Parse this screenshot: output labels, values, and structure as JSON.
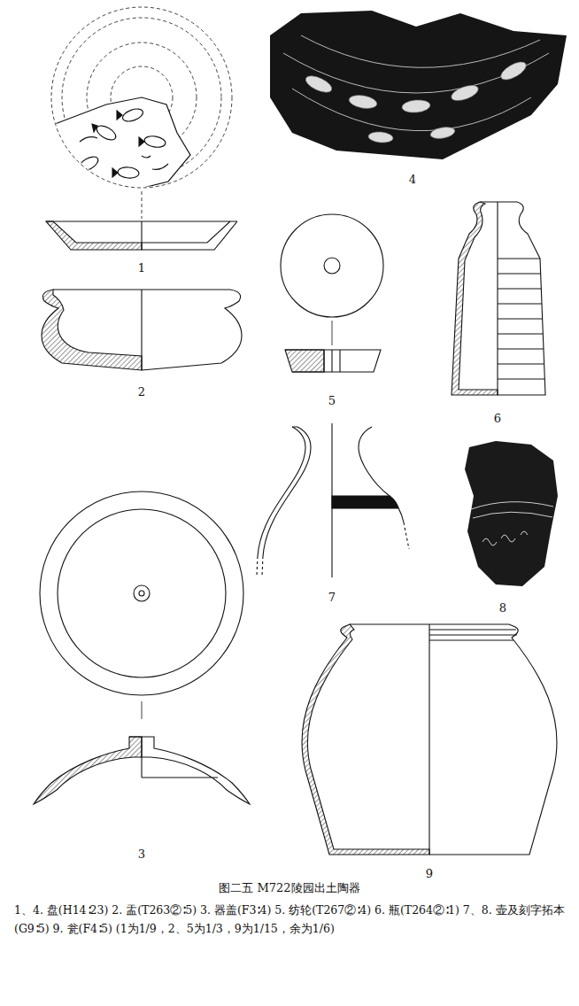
{
  "diagram": {
    "title": "图二五 M722陵园出土陶器",
    "caption": "1、4. 盘(H14∶23) 2. 盂(T263②∶5) 3. 器盖(F3∶4) 5. 纺轮(T267②∶4) 6. 瓶(T264②∶1) 7、8. 壶及刻字拓本(G9∶5) 9. 瓮(F4∶5) (1为1/9，2、5为1/3，9为1/15，余为1/6)",
    "labels": [
      "1",
      "2",
      "3",
      "4",
      "5",
      "6",
      "7",
      "8",
      "9"
    ]
  }
}
